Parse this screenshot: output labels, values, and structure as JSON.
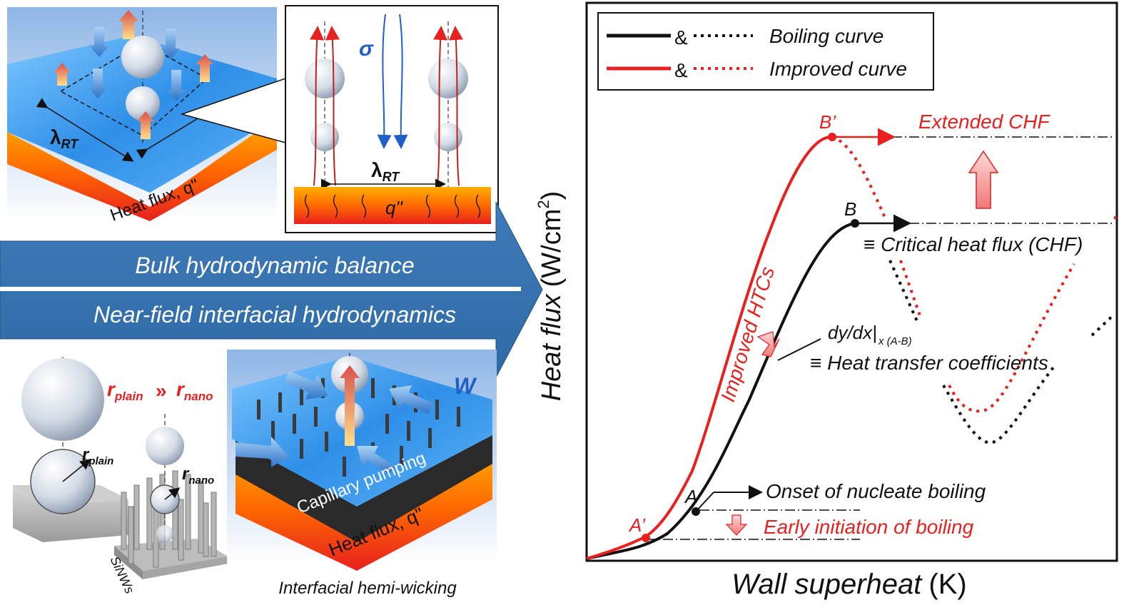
{
  "left_panel": {
    "top_block": {
      "lambda_label": "λ",
      "lambda_sub": "RT",
      "heat_flux_label": "Heat flux, q\""
    },
    "inset": {
      "sigma_label": "σ",
      "lambda_label": "λ",
      "lambda_sub": "RT",
      "q_label": "q\""
    },
    "arrows": {
      "bulk_label": "Bulk hydrodynamic balance",
      "near_field_label": "Near-field interfacial hydrodynamics"
    },
    "bottom_left": {
      "r_plain_vs": "r",
      "r_plain_vs_sub": "plain",
      "gg": "»",
      "r_nano_vs": "r",
      "r_nano_vs_sub": "nano",
      "r_plain": "r",
      "r_plain_sub": "plain",
      "r_nano": "r",
      "r_nano_sub": "nano",
      "sinws_label": "SiNWs"
    },
    "bottom_right": {
      "w_label": "W",
      "capillary_label": "Capillary pumping",
      "heat_flux_label": "Heat flux, q\"",
      "caption": "Interfacial hemi-wicking"
    }
  },
  "chart": {
    "legend": {
      "amp1": "&",
      "entry1": "Boiling curve",
      "amp2": "&",
      "entry2": "Improved curve",
      "color1": "#111111",
      "color2": "#e8201f"
    },
    "ylabel": "Heat flux (W/cm²)",
    "ylabel_main": "Heat flux",
    "ylabel_unit": "(W/cm",
    "ylabel_sup": "2",
    "ylabel_close": ")",
    "xlabel_main": "Wall superheat",
    "xlabel_unit": "(K)",
    "points": {
      "A": "A",
      "A_prime": "A’",
      "B": "B",
      "B_prime": "B’"
    },
    "annotations": {
      "extended_chf": "Extended CHF",
      "chf": "≡ Critical heat flux (CHF)",
      "dydx": "dy/dx|",
      "dydx_sub": "x (A-B)",
      "htc": "≡ Heat transfer coefficients",
      "improved_htcs": "Improved HTCs",
      "onb": "Onset of nucleate boiling",
      "early": "Early initiation of boiling"
    }
  }
}
